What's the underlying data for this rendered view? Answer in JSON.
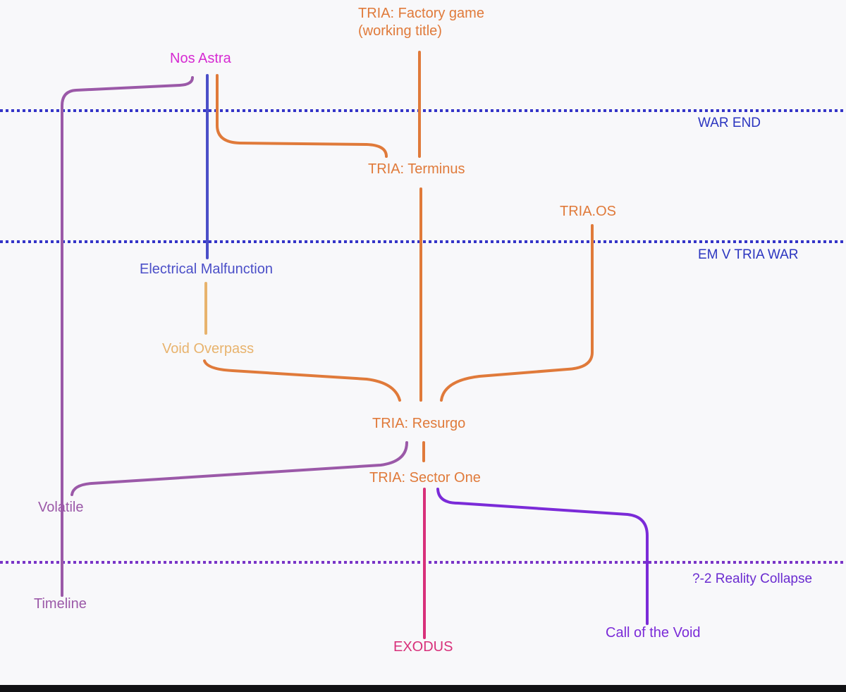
{
  "colors": {
    "orange": "#e07a3a",
    "magenta": "#d62ad2",
    "blue": "#4b4fc8",
    "tan": "#e8b36d",
    "purple_light": "#9b59a8",
    "pink": "#d8307a",
    "violet": "#7b2bd8",
    "era_line": "#3535c8",
    "era_line_purple": "#7a35c8",
    "era_text": "#2b35c0"
  },
  "nodes": {
    "factory_game_line1": "TRIA: Factory game",
    "factory_game_line2": "(working title)",
    "nos_astra": "Nos Astra",
    "terminus": "TRIA: Terminus",
    "tria_os": "TRIA.OS",
    "electrical_malfunction": "Electrical Malfunction",
    "void_overpass": "Void Overpass",
    "resurgo": "TRIA: Resurgo",
    "sector_one": "TRIA: Sector One",
    "volatile": "Volatile",
    "timeline": "Timeline",
    "exodus": "EXODUS",
    "call_of_the_void": "Call of the Void"
  },
  "eras": {
    "war_end": "WAR END",
    "em_v_tria_war": "EM V TRIA WAR",
    "reality_collapse": "?-2 Reality Collapse"
  }
}
